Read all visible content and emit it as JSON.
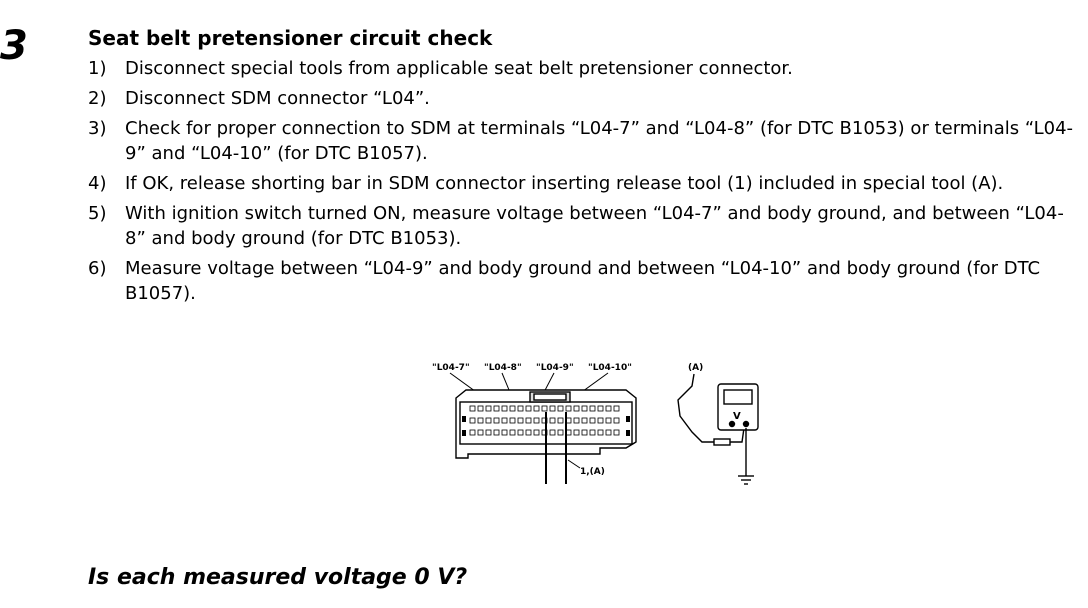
{
  "step_number": "3",
  "title": "Seat belt pretensioner circuit check",
  "steps": [
    {
      "num": "1)",
      "text": "Disconnect special tools from applicable seat belt pretensioner connector."
    },
    {
      "num": "2)",
      "text": "Disconnect SDM connector “L04”."
    },
    {
      "num": "3)",
      "text": "Check for proper connection to SDM at terminals “L04-7” and “L04-8” (for DTC B1053) or terminals “L04-9” and “L04-10” (for DTC B1057)."
    },
    {
      "num": "4)",
      "text": "If OK, release shorting bar in SDM connector inserting release tool (1) included in special tool (A)."
    },
    {
      "num": "5)",
      "text": "With ignition switch turned ON, measure voltage between “L04-7” and body ground, and between “L04-8” and body ground (for DTC B1053)."
    },
    {
      "num": "6)",
      "text": "Measure voltage between “L04-9” and body ground and between “L04-10” and body ground (for DTC B1057)."
    }
  ],
  "figure": {
    "labels": [
      "\"L04-7\"",
      "\"L04-8\"",
      "\"L04-9\"",
      "\"L04-10\""
    ],
    "tool_label": "(A)",
    "pointer_label": "1,(A)",
    "meter_symbol": "V"
  },
  "question": "Is each measured voltage 0 V?"
}
